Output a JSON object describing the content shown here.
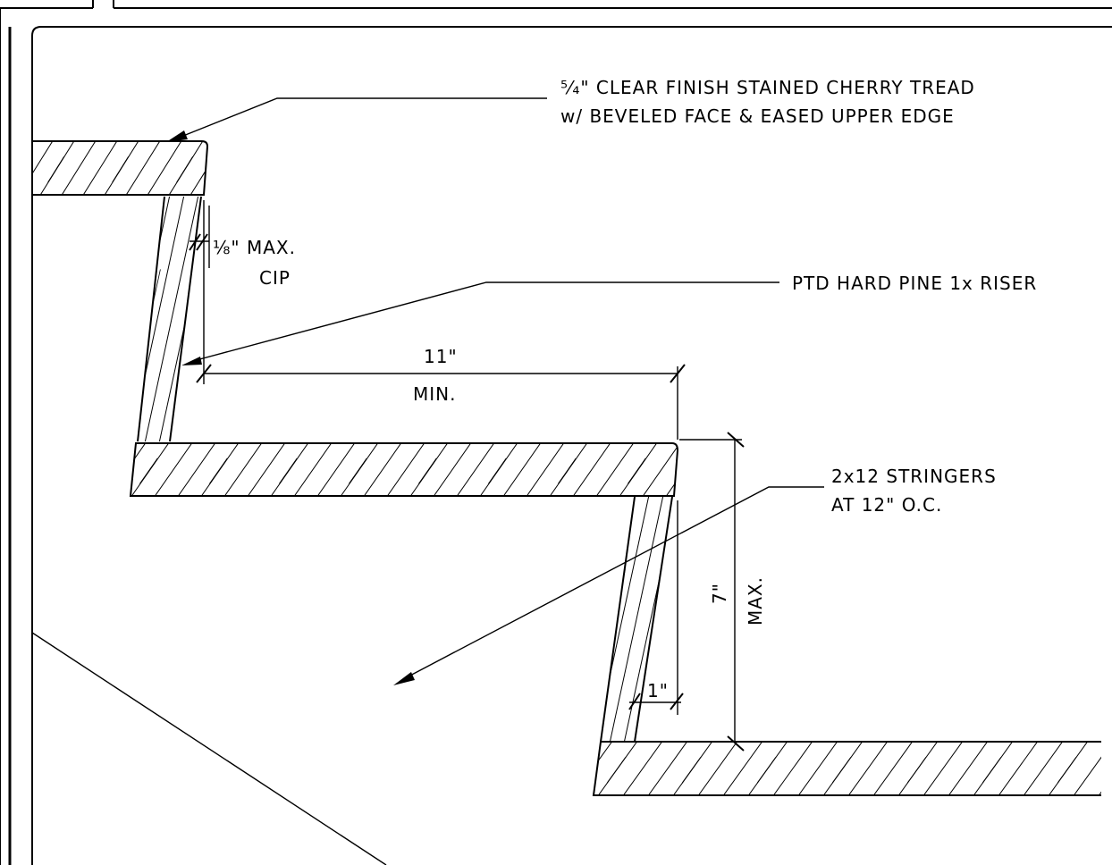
{
  "annotations": {
    "tread": {
      "line1": "⁵⁄₄\" CLEAR FINISH STAINED CHERRY TREAD",
      "line2": "w/ BEVELED FACE & EASED UPPER EDGE"
    },
    "riser": {
      "label": "PTD HARD PINE 1x RISER"
    },
    "stringers": {
      "line1": "2x12 STRINGERS",
      "line2": "AT 12\" O.C."
    },
    "cip": {
      "value": "⅛\" MAX.",
      "note": "CIP"
    },
    "run": {
      "value": "11\"",
      "note": "MIN."
    },
    "rise": {
      "value": "7\"",
      "note": "MAX."
    },
    "nosing": {
      "value": "1\""
    }
  },
  "colors": {
    "line": "#000000",
    "background": "#ffffff"
  }
}
